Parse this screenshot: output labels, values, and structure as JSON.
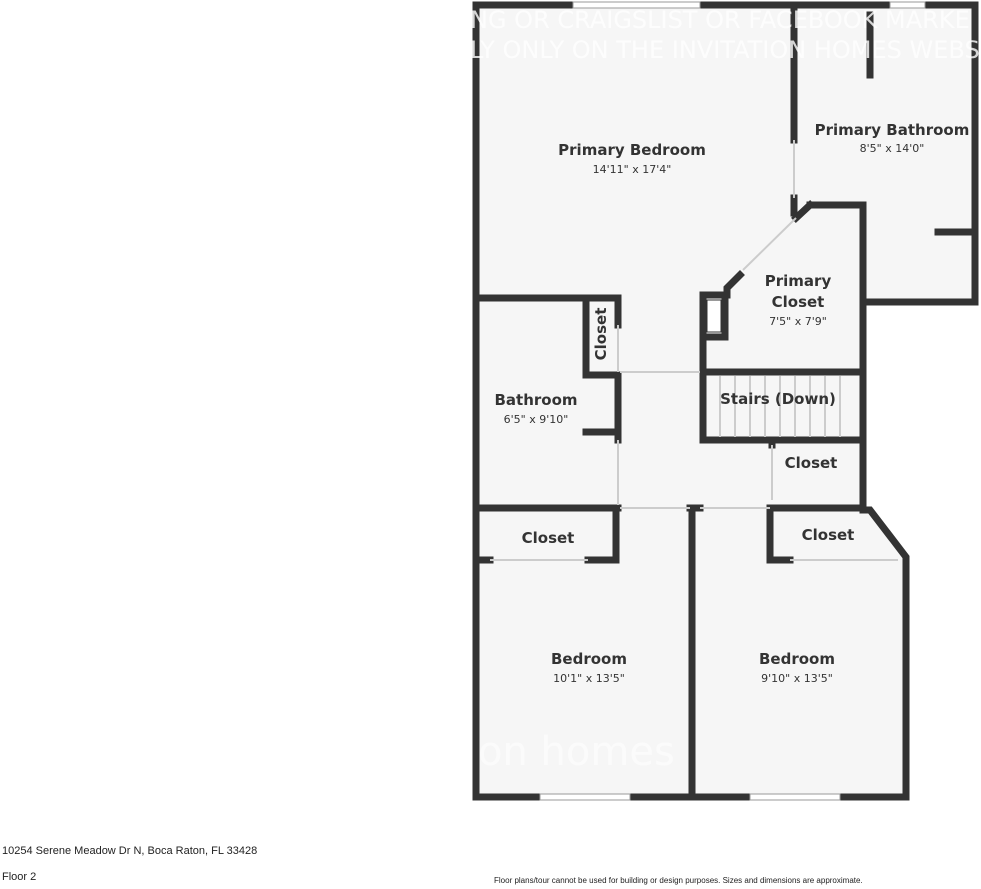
{
  "address": "10254 Serene Meadow Dr N, Boca Raton, FL 33428",
  "floor": "Floor 2",
  "disclaimer": "Floor plans/tour cannot be used for building or design purposes. Sizes and dimensions are approximate.",
  "watermark": {
    "line1": "NG OR CRAIGSLIST OR FACEBOOK MARKE",
    "line2": "LY ONLY ON THE INVITATION HOMES WEBS",
    "logo": "on homes"
  },
  "colors": {
    "wall": "#333333",
    "floor": "#f6f6f6"
  },
  "rooms": [
    {
      "name": "Primary Bedroom",
      "dims": "14'11\" x 17'4\""
    },
    {
      "name": "Primary Bathroom",
      "dims": "8'5\" x 14'0\""
    },
    {
      "name": "Primary",
      "name2": "Closet",
      "dims": "7'5\" x 7'9\""
    },
    {
      "name": "Closet"
    },
    {
      "name": "Bathroom",
      "dims": "6'5\" x 9'10\""
    },
    {
      "name": "Stairs (Down)"
    },
    {
      "name": "Closet"
    },
    {
      "name": "Closet"
    },
    {
      "name": "Closet"
    },
    {
      "name": "Bedroom",
      "dims": "10'1\" x 13'5\""
    },
    {
      "name": "Bedroom",
      "dims": "9'10\" x 13'5\""
    }
  ]
}
